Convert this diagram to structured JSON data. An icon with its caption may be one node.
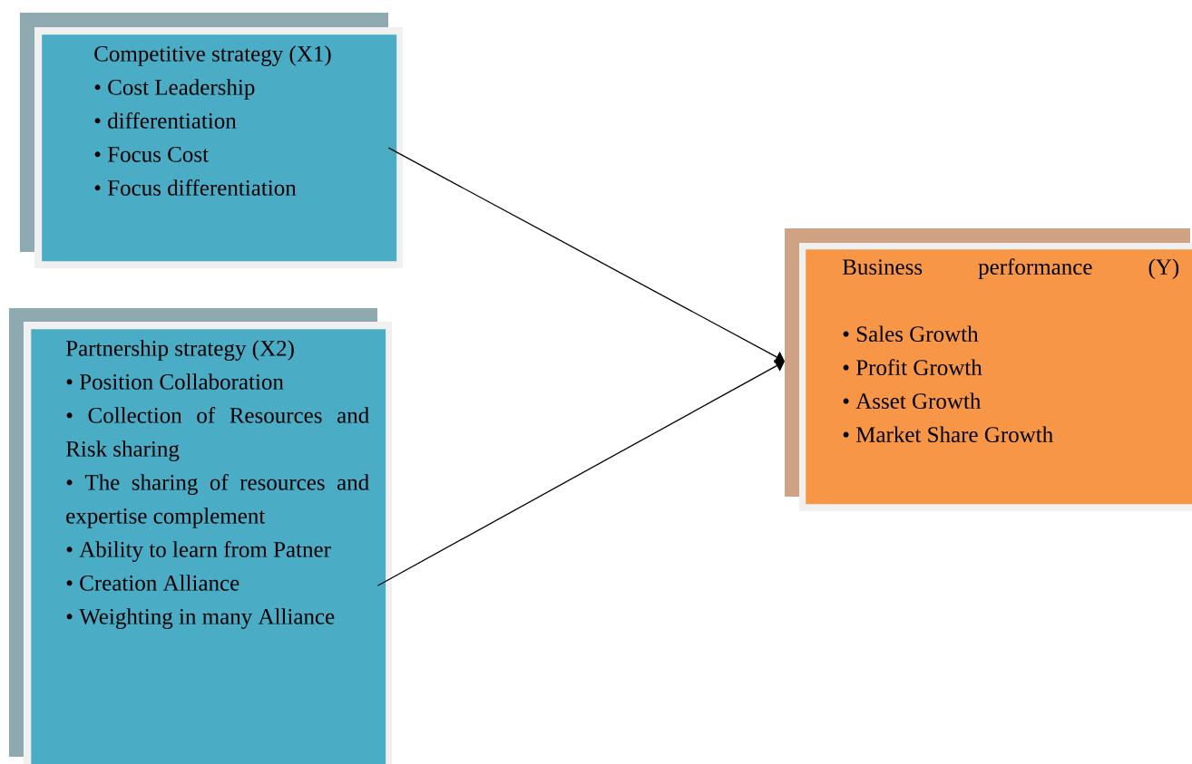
{
  "diagram": {
    "nodes": [
      {
        "text": [
          "Competitive strategy (X1)",
          "• Cost Leadership",
          "• differentiation",
          "• Focus Cost",
          "• Focus differentiation"
        ]
      },
      {
        "text": [
          "Partnership strategy (X2)",
          "• Position Collaboration",
          "• Collection of Resources and Risk sharing",
          "• The sharing of resources and expertise complement",
          "• Ability to learn from Patner",
          "• Creation Alliance",
          "• Weighting in many Alliance"
        ]
      },
      {
        "text": [
          "Business performance (Y)",
          "• Sales Growth",
          "• Profit Growth",
          "• Asset Growth",
          "• Market Share Growth"
        ]
      }
    ],
    "edges": [
      {
        "from": 0,
        "to": 2,
        "arrow": "to"
      },
      {
        "from": 1,
        "to": 2,
        "arrow": "to"
      }
    ]
  }
}
